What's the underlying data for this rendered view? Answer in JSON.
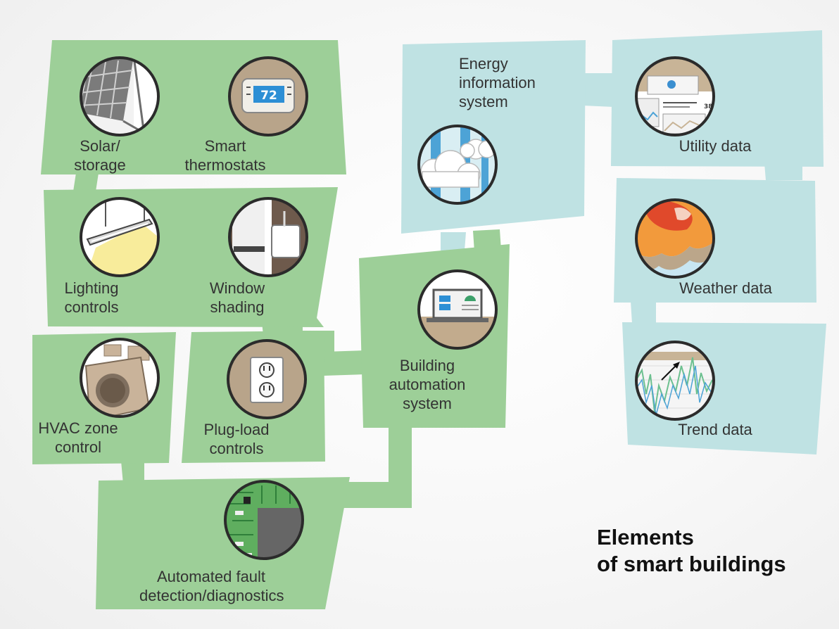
{
  "title": "Elements\nof smart buildings",
  "colors": {
    "green_panel": "#9dcf98",
    "blue_panel": "#bfe2e3",
    "circle_border": "#2b2b2b",
    "text": "#333333"
  },
  "nodes": {
    "solar": "Solar/\nstorage",
    "thermostat": "Smart\nthermostats",
    "thermostat_display": "72",
    "lighting": "Lighting\ncontrols",
    "window": "Window\nshading",
    "hvac": "HVAC zone\ncontrol",
    "plug": "Plug-load\ncontrols",
    "bas": "Building\nautomation\nsystem",
    "fault": "Automated fault\ndetection/diagnostics",
    "eis": "Energy\ninformation\nsystem",
    "utility": "Utility data",
    "utility_readout": "38",
    "weather": "Weather data",
    "trend": "Trend data"
  },
  "icons": {
    "solar": "solar-panel-icon",
    "thermostat": "thermostat-icon",
    "lighting": "ceiling-light-icon",
    "window": "window-shade-icon",
    "hvac": "ac-unit-icon",
    "plug": "outlet-icon",
    "bas": "laptop-icon",
    "fault": "circuit-board-icon",
    "eis": "cloud-icon",
    "utility": "dashboard-icon",
    "weather": "weather-map-icon",
    "trend": "trend-chart-icon"
  }
}
